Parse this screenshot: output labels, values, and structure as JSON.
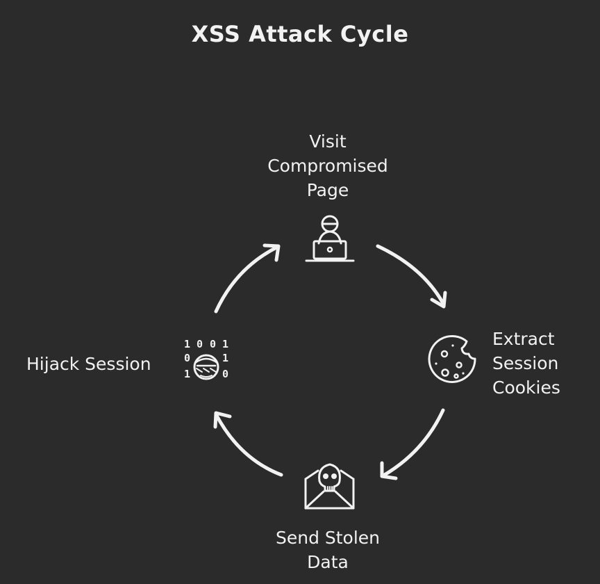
{
  "title": "XSS Attack Cycle",
  "steps": {
    "visit": {
      "lines": [
        "Visit",
        "Compromised",
        "Page"
      ],
      "icon": "user-laptop-icon"
    },
    "extract": {
      "lines": [
        "Extract",
        "Session",
        "Cookies"
      ],
      "icon": "cookie-icon"
    },
    "send": {
      "lines": [
        "Send Stolen",
        "Data"
      ],
      "icon": "skull-envelope-icon"
    },
    "hijack": {
      "lines": [
        "Hijack Session"
      ],
      "icon": "hacker-binary-icon"
    }
  },
  "binary_digits": {
    "top": [
      "1",
      "0",
      "0",
      "1"
    ],
    "left": [
      "0",
      "1"
    ],
    "right": [
      "1",
      "0"
    ]
  },
  "colors": {
    "background": "#2b2b2b",
    "foreground": "#f2f2f2"
  }
}
